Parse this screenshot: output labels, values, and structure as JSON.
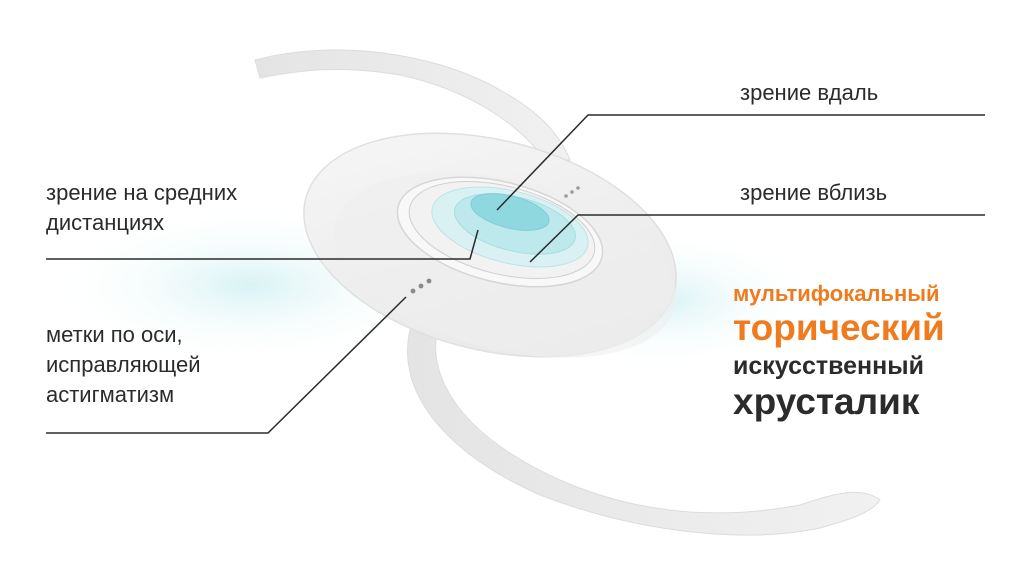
{
  "labels": {
    "far": "зрение вдаль",
    "near": "зрение вблизь",
    "mid": [
      "зрение на средних",
      "дистанциях"
    ],
    "marks": [
      "метки по оси,",
      "исправляющей",
      "астигматизм"
    ]
  },
  "title": {
    "line1": "мультифокальный",
    "line2": "торический",
    "line3": "искусственный",
    "line4": "хрусталик"
  },
  "colors": {
    "accent": "#f07b1f",
    "text": "#2b2b2b",
    "lens_center": "#8fd8df",
    "leader": "#2b2b2b"
  }
}
